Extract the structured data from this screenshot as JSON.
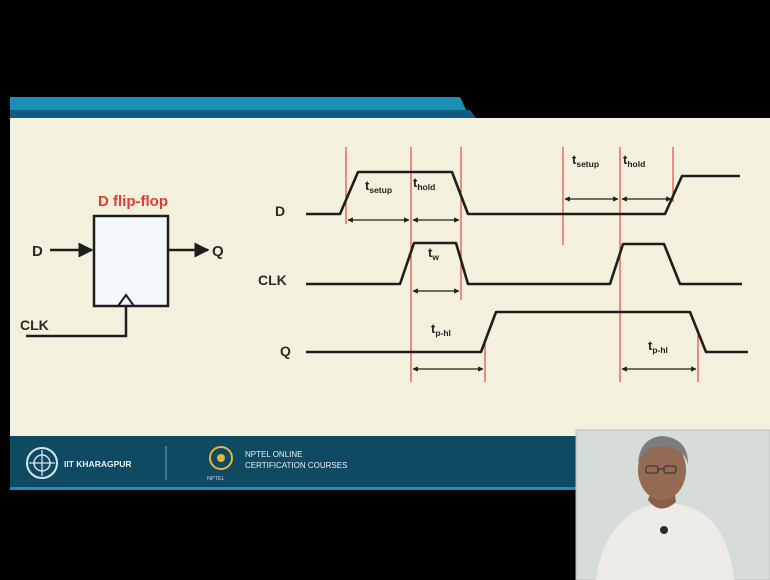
{
  "diagram": {
    "ff_title": "D flip-flop",
    "ff_input": "D",
    "ff_output": "Q",
    "ff_clk": "CLK",
    "sig_d": "D",
    "sig_clk": "CLK",
    "sig_q": "Q",
    "t_setup_1": {
      "base": "t",
      "sub": "setup"
    },
    "t_hold_1": {
      "base": "t",
      "sub": "hold"
    },
    "t_w": {
      "base": "t",
      "sub": "w"
    },
    "t_setup_2": {
      "base": "t",
      "sub": "setup"
    },
    "t_hold_2": {
      "base": "t",
      "sub": "hold"
    },
    "t_pd_1": {
      "base": "t",
      "sub": "p-hl"
    },
    "t_pd_2": {
      "base": "t",
      "sub": "p-hl"
    }
  },
  "footer": {
    "institute": "IIT KHARAGPUR",
    "nptel_line1": "NPTEL ONLINE",
    "nptel_line2": "CERTIFICATION COURSES",
    "nptel_small": "NPTEL"
  },
  "colors": {
    "slide_bg": "#f3f1dd",
    "accent_blue": "#1e8fb4",
    "ff_title_red": "#e23b2e",
    "guide_red": "#e03a3a",
    "footer_bg": "#0f4a63",
    "ff_box_fill": "#f2f8fb"
  },
  "icons": [
    "iit-kharagpur-logo-icon",
    "nptel-logo-icon"
  ]
}
